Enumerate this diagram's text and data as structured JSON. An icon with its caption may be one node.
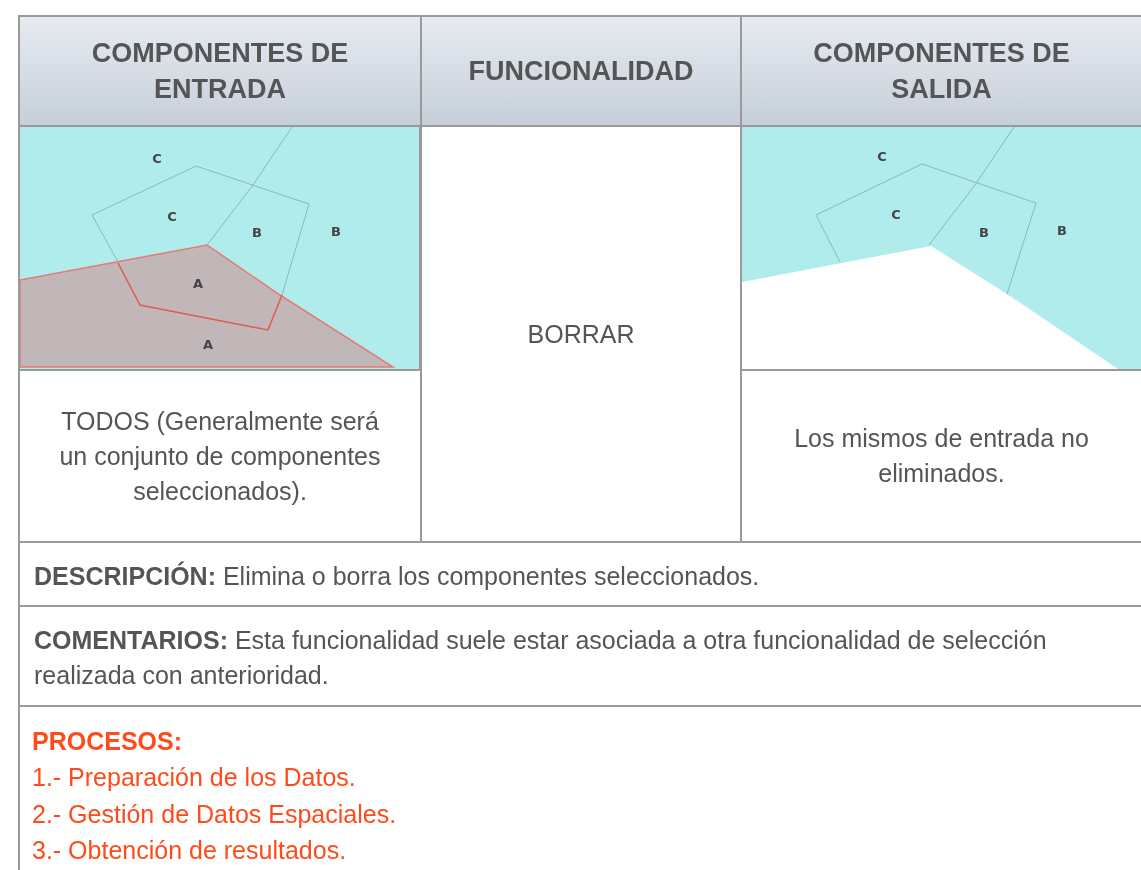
{
  "diagram": {
    "labels": [
      "COMPONENTES DE ENTRADA",
      "FUNCIONALIDAD",
      "COMPONENTES DE SALIDA",
      "C",
      "C",
      "B",
      "B",
      "A",
      "A",
      "BORRAR",
      "C",
      "C",
      "B",
      "B",
      "TODOS (Generalmente será un conjunto de componentes seleccionados).",
      "Los mismos de entrada no eliminados.",
      "**DESCRIPCIÓN:** Elimina o borra los componentes seleccionados.",
      "**COMENTARIOS:** Esta funcionalidad suele estar asociada a otra funcionalidad de selección realizada con anterioridad.",
      "PROCESOS:",
      "1.- Preparación de los Datos.",
      "2.- Gestión de Datos Espaciales.",
      "3.- Obtención de resultados."
    ]
  }
}
